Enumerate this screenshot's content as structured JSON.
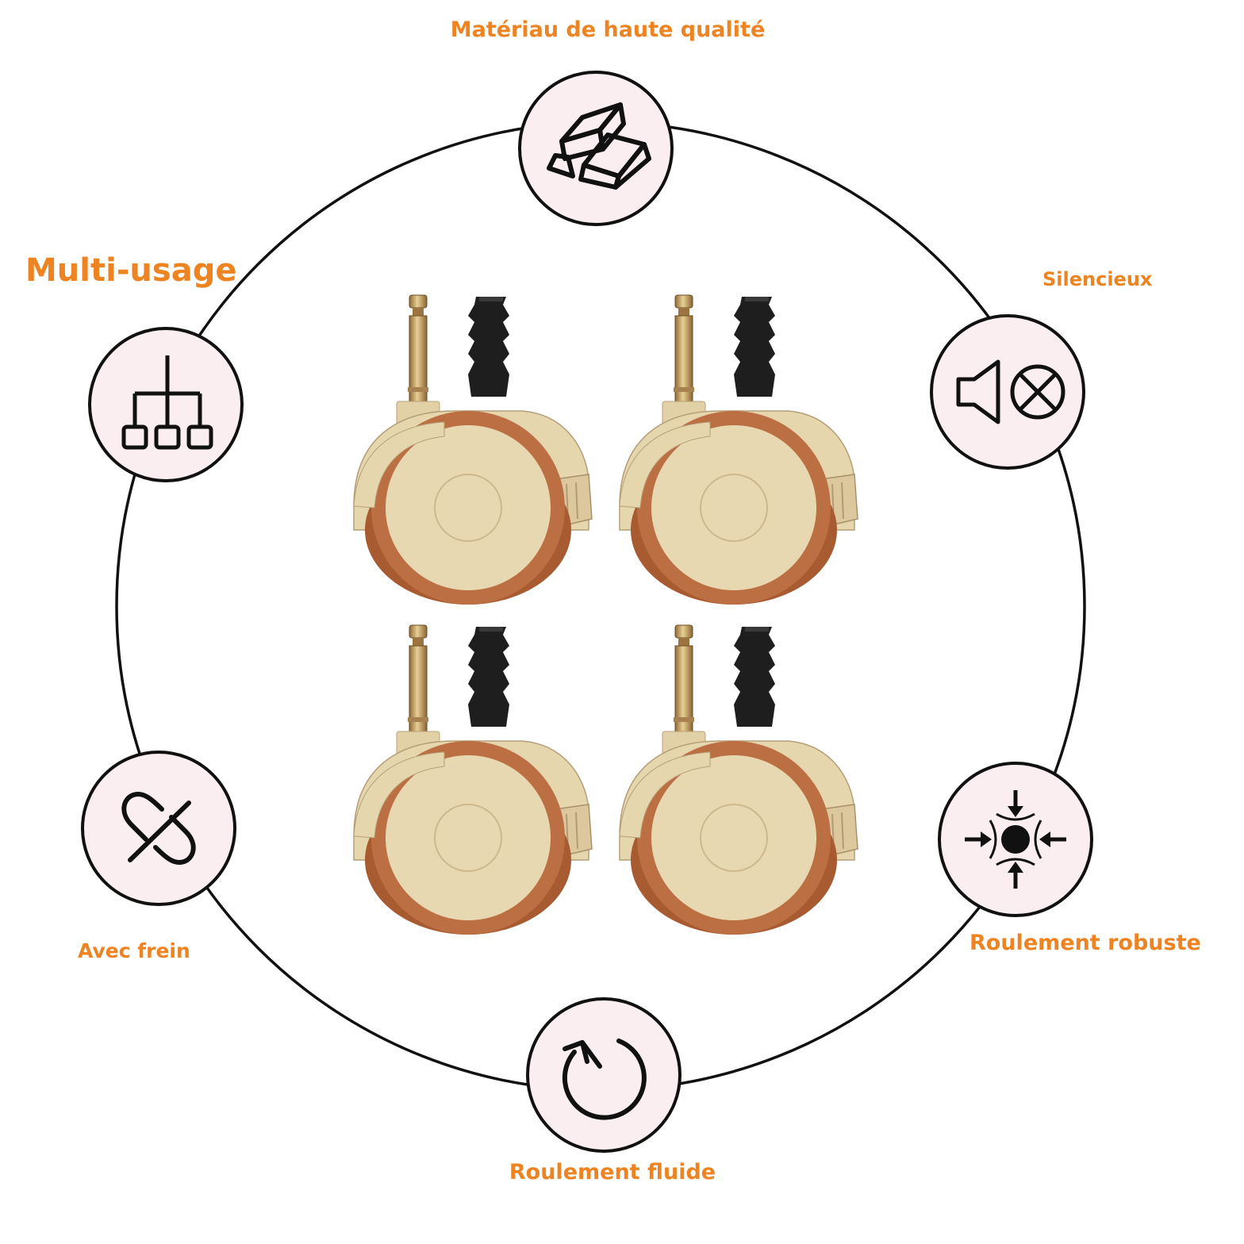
{
  "features": {
    "top": {
      "label": "Matériau de haute qualité",
      "icon": "gold-bars-icon"
    },
    "multi": {
      "label": "Multi-usage",
      "icon": "hierarchy-icon"
    },
    "silent": {
      "label": "Silencieux",
      "icon": "speaker-mute-icon"
    },
    "brake": {
      "label": "Avec frein",
      "icon": "broken-link-icon"
    },
    "robust": {
      "label": "Roulement robuste",
      "icon": "compression-icon"
    },
    "smooth": {
      "label": "Roulement fluide",
      "icon": "rotate-clockwise-icon"
    }
  },
  "product": {
    "wheel_count": 4
  },
  "colors": {
    "accent": "#ee8322",
    "icon_fill": "#fbeef1",
    "wheel_body": "#e4d3ab",
    "wheel_tread": "#b86a3c",
    "stem": "#c49a5c",
    "insert": "#1f1f1f"
  }
}
